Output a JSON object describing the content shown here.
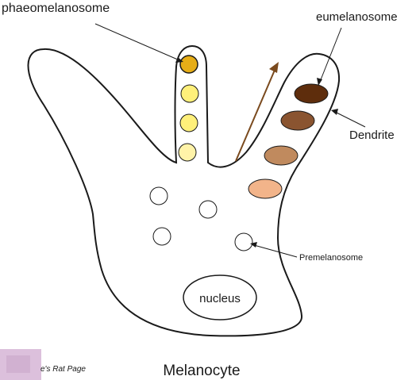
{
  "diagram": {
    "title": "Melanocyte",
    "watermark": "e's Rat Page",
    "labels": {
      "phaeomelanosome": "phaeomelanosome",
      "eumelanosome": "eumelanosome",
      "dendrite": "Dendrite",
      "premelanosome": "Premelanosome",
      "nucleus": "nucleus"
    },
    "colors": {
      "outline": "#1a1a1a",
      "transport_arrow": "#7a4a1e",
      "phaeo_dark": "#e6ad17",
      "phaeo_light": "#fff07a",
      "eumelanin_1": "#5e2d0c",
      "eumelanin_2": "#8a5430",
      "eumelanin_3": "#c08a5e",
      "eumelanin_4": "#f2b48a",
      "premelanosome_fill": "#ffffff",
      "watermark_tint": "#dcc0dc"
    }
  }
}
